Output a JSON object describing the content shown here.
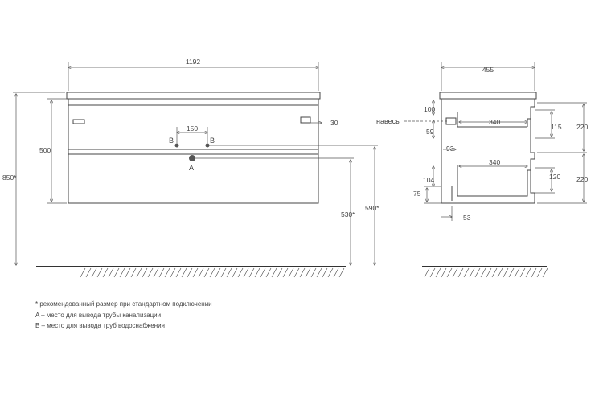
{
  "front": {
    "width": "1192",
    "spacing_b": "150",
    "pipe_b_left": "B",
    "pipe_b_right": "B",
    "pipe_a": "A",
    "hinge_offset": "30",
    "body_height": "500",
    "height_total": "850*",
    "height_530": "530*",
    "height_590": "590*"
  },
  "side": {
    "depth": "455",
    "hinges_label": "навесы",
    "d100": "100",
    "d59": "59",
    "d340_top": "340",
    "d115": "115",
    "d220_top": "220",
    "d93": "93",
    "d104": "104",
    "d340_bottom": "340",
    "d120": "120",
    "d75": "75",
    "d220_bottom": "220",
    "d53": "53"
  },
  "notes": [
    "* рекомендованный размер при стандартном подключении",
    "A – место для вывода трубы канализации",
    "B – место для вывода труб водоснабжения"
  ]
}
